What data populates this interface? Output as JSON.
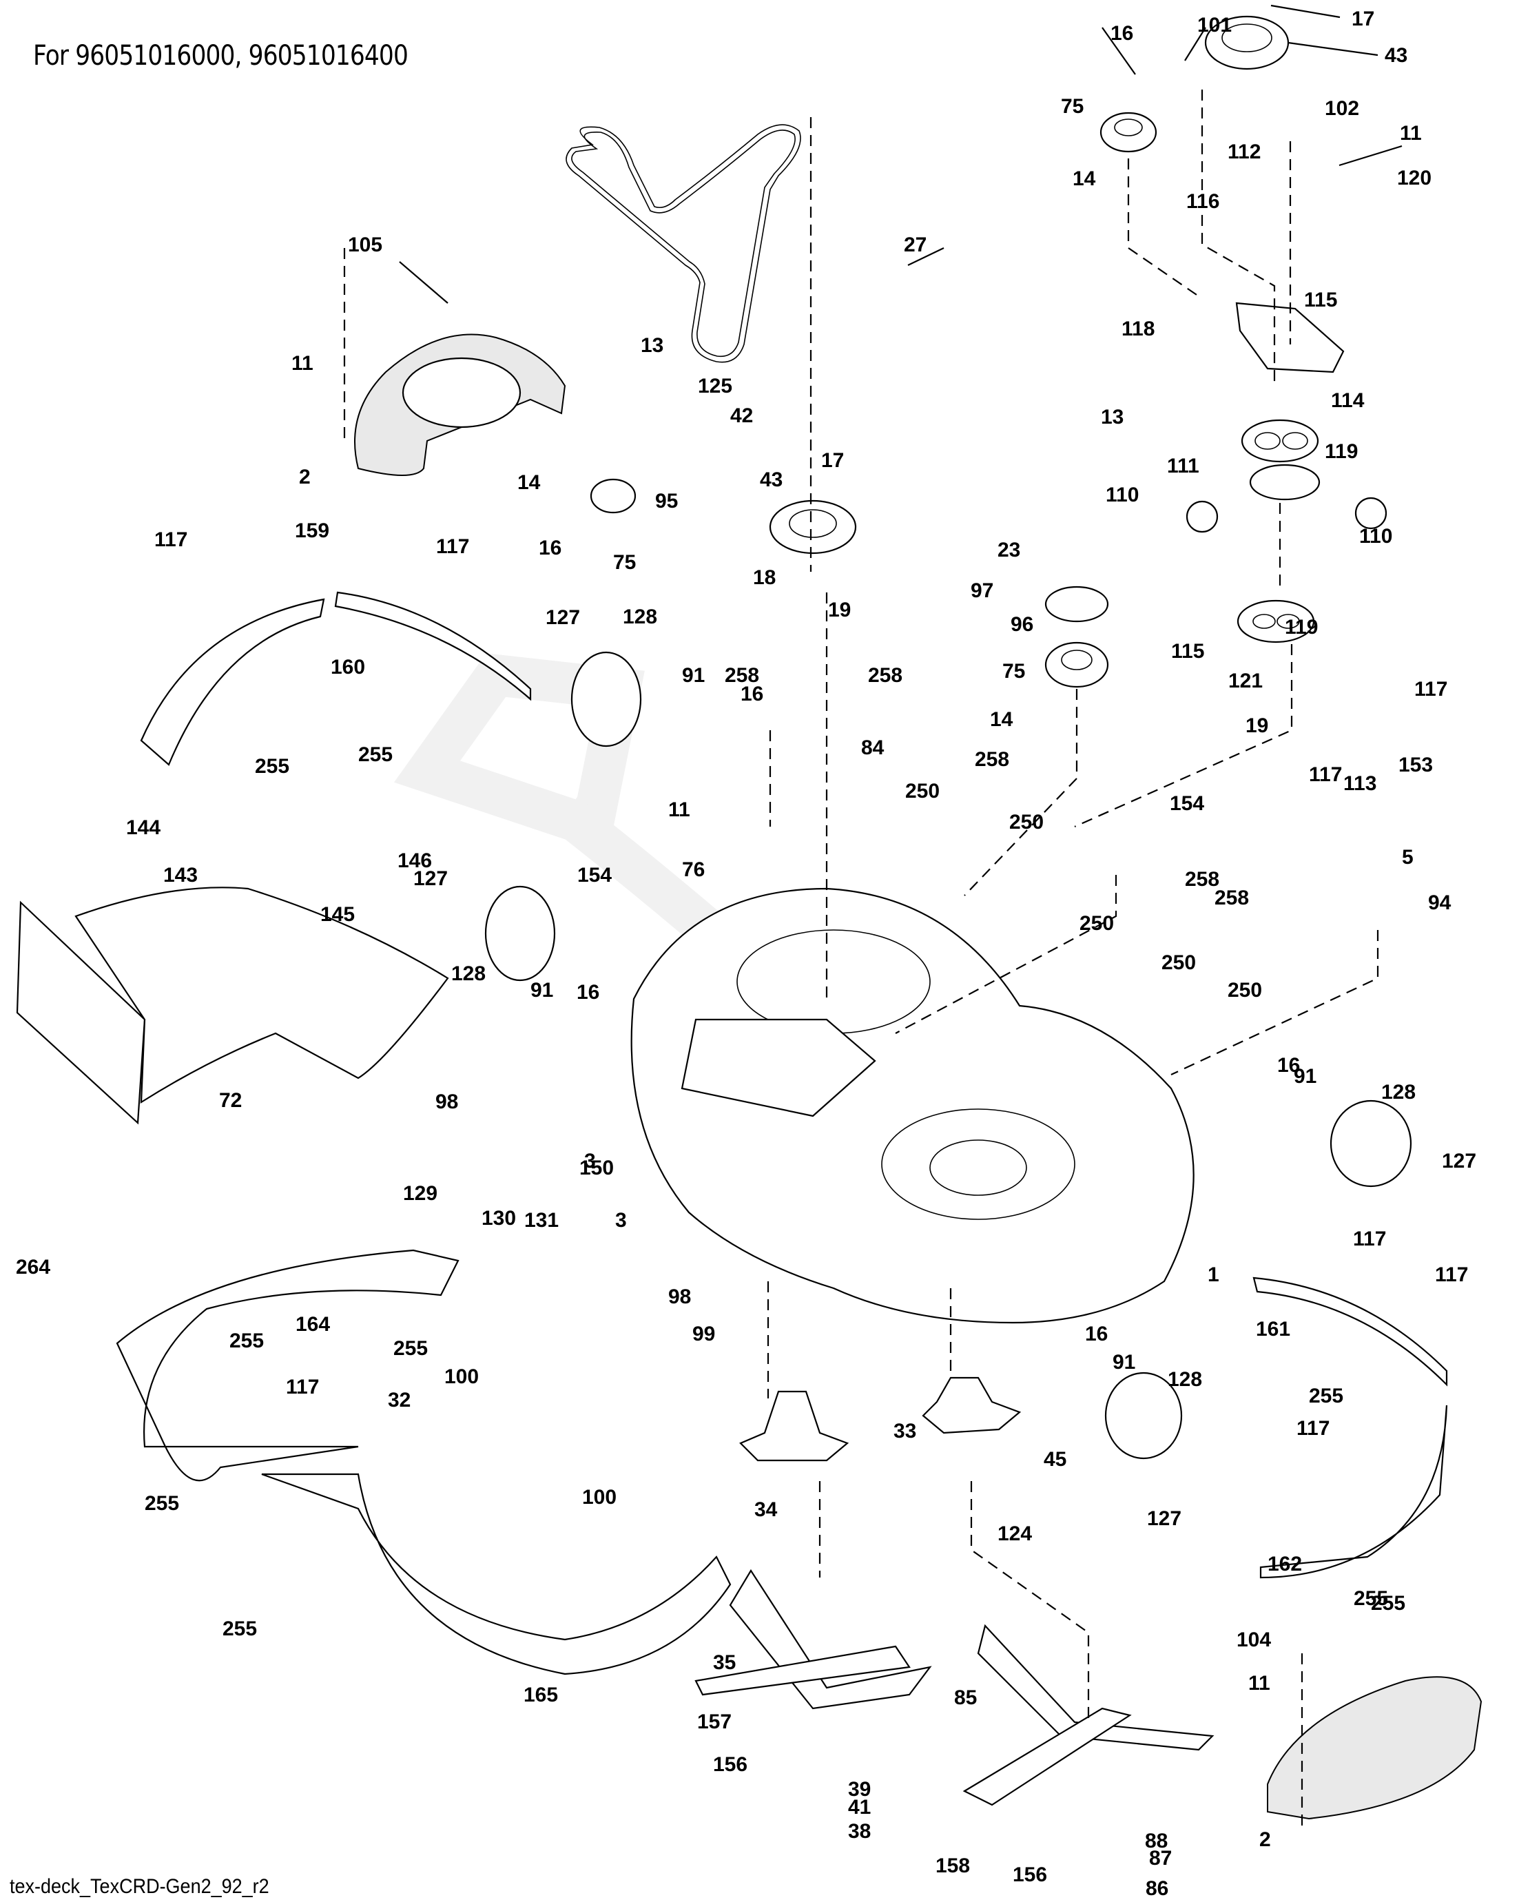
{
  "header": {
    "title": "For 96051016000, 96051016400"
  },
  "footer": {
    "diagram_id": "tex-deck_TexCRD-Gen2_92_r2"
  },
  "callouts": [
    {
      "label": "16"
    },
    {
      "label": "101"
    },
    {
      "label": "17"
    },
    {
      "label": "43"
    },
    {
      "label": "75"
    },
    {
      "label": "102"
    },
    {
      "label": "11"
    },
    {
      "label": "112"
    },
    {
      "label": "14"
    },
    {
      "label": "120"
    },
    {
      "label": "116"
    },
    {
      "label": "27"
    },
    {
      "label": "105"
    },
    {
      "label": "115"
    },
    {
      "label": "118"
    },
    {
      "label": "11"
    },
    {
      "label": "13"
    },
    {
      "label": "125"
    },
    {
      "label": "42"
    },
    {
      "label": "114"
    },
    {
      "label": "13"
    },
    {
      "label": "2"
    },
    {
      "label": "14"
    },
    {
      "label": "95"
    },
    {
      "label": "43"
    },
    {
      "label": "17"
    },
    {
      "label": "119"
    },
    {
      "label": "111"
    },
    {
      "label": "110"
    },
    {
      "label": "110"
    },
    {
      "label": "16"
    },
    {
      "label": "75"
    },
    {
      "label": "117"
    },
    {
      "label": "159"
    },
    {
      "label": "117"
    },
    {
      "label": "23"
    },
    {
      "label": "18"
    },
    {
      "label": "19"
    },
    {
      "label": "97"
    },
    {
      "label": "119"
    },
    {
      "label": "127"
    },
    {
      "label": "128"
    },
    {
      "label": "160"
    },
    {
      "label": "96"
    },
    {
      "label": "115"
    },
    {
      "label": "91"
    },
    {
      "label": "258"
    },
    {
      "label": "258"
    },
    {
      "label": "16"
    },
    {
      "label": "121"
    },
    {
      "label": "75"
    },
    {
      "label": "117"
    },
    {
      "label": "84"
    },
    {
      "label": "14"
    },
    {
      "label": "19"
    },
    {
      "label": "255"
    },
    {
      "label": "255"
    },
    {
      "label": "153"
    },
    {
      "label": "258"
    },
    {
      "label": "117"
    },
    {
      "label": "113"
    },
    {
      "label": "11"
    },
    {
      "label": "250"
    },
    {
      "label": "250"
    },
    {
      "label": "154"
    },
    {
      "label": "144"
    },
    {
      "label": "146"
    },
    {
      "label": "143"
    },
    {
      "label": "76"
    },
    {
      "label": "154"
    },
    {
      "label": "5"
    },
    {
      "label": "127"
    },
    {
      "label": "145"
    },
    {
      "label": "94"
    },
    {
      "label": "258"
    },
    {
      "label": "258"
    },
    {
      "label": "250"
    },
    {
      "label": "128"
    },
    {
      "label": "91"
    },
    {
      "label": "16"
    },
    {
      "label": "250"
    },
    {
      "label": "250"
    },
    {
      "label": "98"
    },
    {
      "label": "72"
    },
    {
      "label": "16"
    },
    {
      "label": "91"
    },
    {
      "label": "128"
    },
    {
      "label": "3"
    },
    {
      "label": "150"
    },
    {
      "label": "129"
    },
    {
      "label": "127"
    },
    {
      "label": "130"
    },
    {
      "label": "131"
    },
    {
      "label": "3"
    },
    {
      "label": "1"
    },
    {
      "label": "98"
    },
    {
      "label": "264"
    },
    {
      "label": "117"
    },
    {
      "label": "117"
    },
    {
      "label": "164"
    },
    {
      "label": "161"
    },
    {
      "label": "255"
    },
    {
      "label": "255"
    },
    {
      "label": "99"
    },
    {
      "label": "16"
    },
    {
      "label": "100"
    },
    {
      "label": "91"
    },
    {
      "label": "128"
    },
    {
      "label": "255"
    },
    {
      "label": "117"
    },
    {
      "label": "33"
    },
    {
      "label": "45"
    },
    {
      "label": "32"
    },
    {
      "label": "117"
    },
    {
      "label": "255"
    },
    {
      "label": "100"
    },
    {
      "label": "127"
    },
    {
      "label": "34"
    },
    {
      "label": "124"
    },
    {
      "label": "162"
    },
    {
      "label": "255"
    },
    {
      "label": "255"
    },
    {
      "label": "104"
    },
    {
      "label": "35"
    },
    {
      "label": "255"
    },
    {
      "label": "165"
    },
    {
      "label": "11"
    },
    {
      "label": "85"
    },
    {
      "label": "157"
    },
    {
      "label": "156"
    },
    {
      "label": "39"
    },
    {
      "label": "41"
    },
    {
      "label": "38"
    },
    {
      "label": "158"
    },
    {
      "label": "156"
    },
    {
      "label": "88"
    },
    {
      "label": "2"
    },
    {
      "label": "87"
    },
    {
      "label": "86"
    }
  ]
}
